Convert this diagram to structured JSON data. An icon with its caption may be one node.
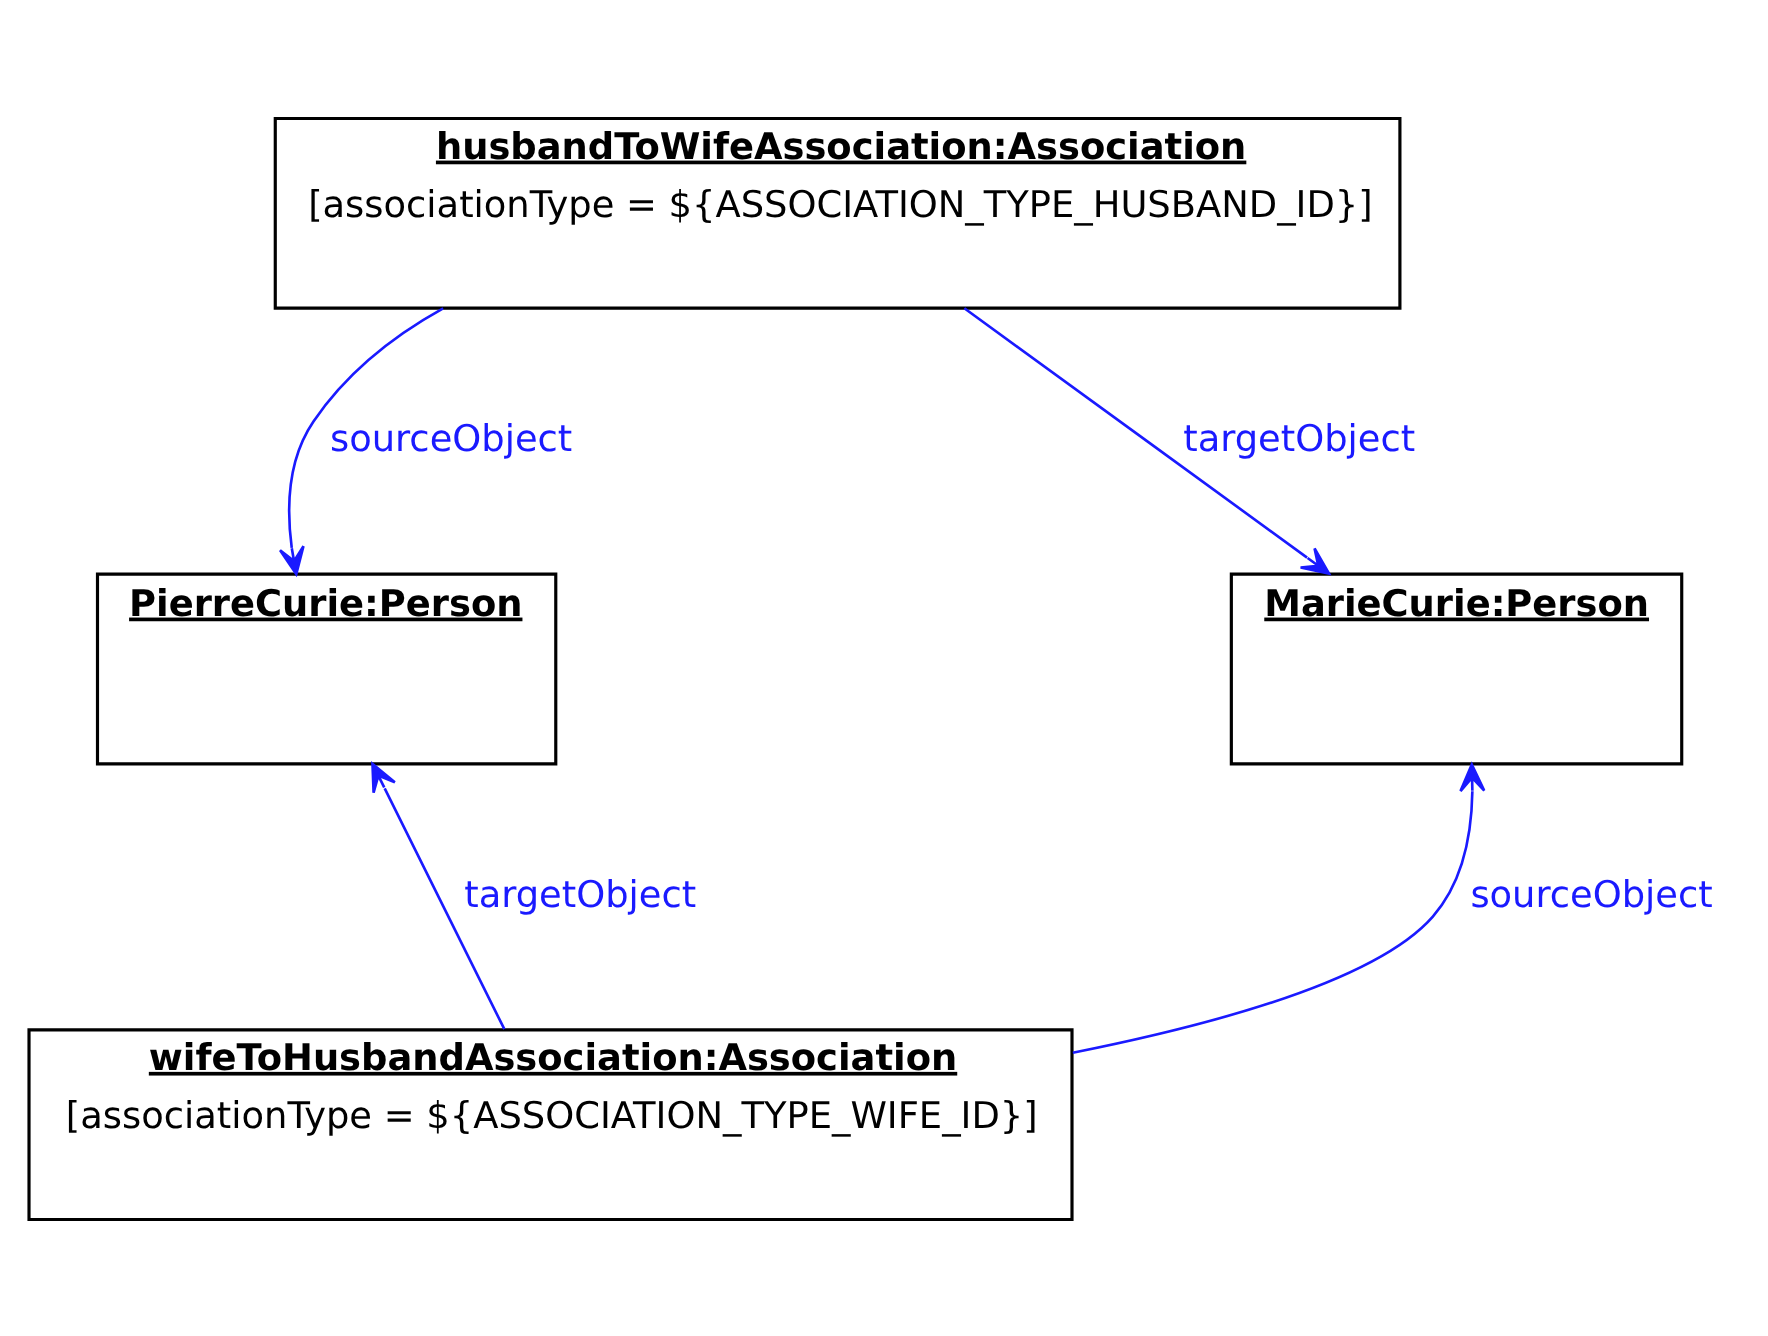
{
  "diagram": {
    "nodes": [
      {
        "text": [
          "husbandToWifeAssociation:Association",
          "[associationType = ${ASSOCIATION_TYPE_HUSBAND_ID}]"
        ]
      },
      {
        "text": [
          "PierreCurie:Person"
        ]
      },
      {
        "text": [
          "MarieCurie:Person"
        ]
      },
      {
        "text": [
          "wifeToHusbandAssociation:Association",
          "[associationType = ${ASSOCIATION_TYPE_WIFE_ID}]"
        ]
      }
    ],
    "edges": [
      {
        "from": 0,
        "to": 1,
        "arrow": "to",
        "label": "sourceObject"
      },
      {
        "from": 0,
        "to": 2,
        "arrow": "to",
        "label": "targetObject"
      },
      {
        "from": 3,
        "to": 1,
        "arrow": "to",
        "label": "targetObject"
      },
      {
        "from": 3,
        "to": 2,
        "arrow": "to",
        "label": "sourceObject"
      }
    ]
  }
}
